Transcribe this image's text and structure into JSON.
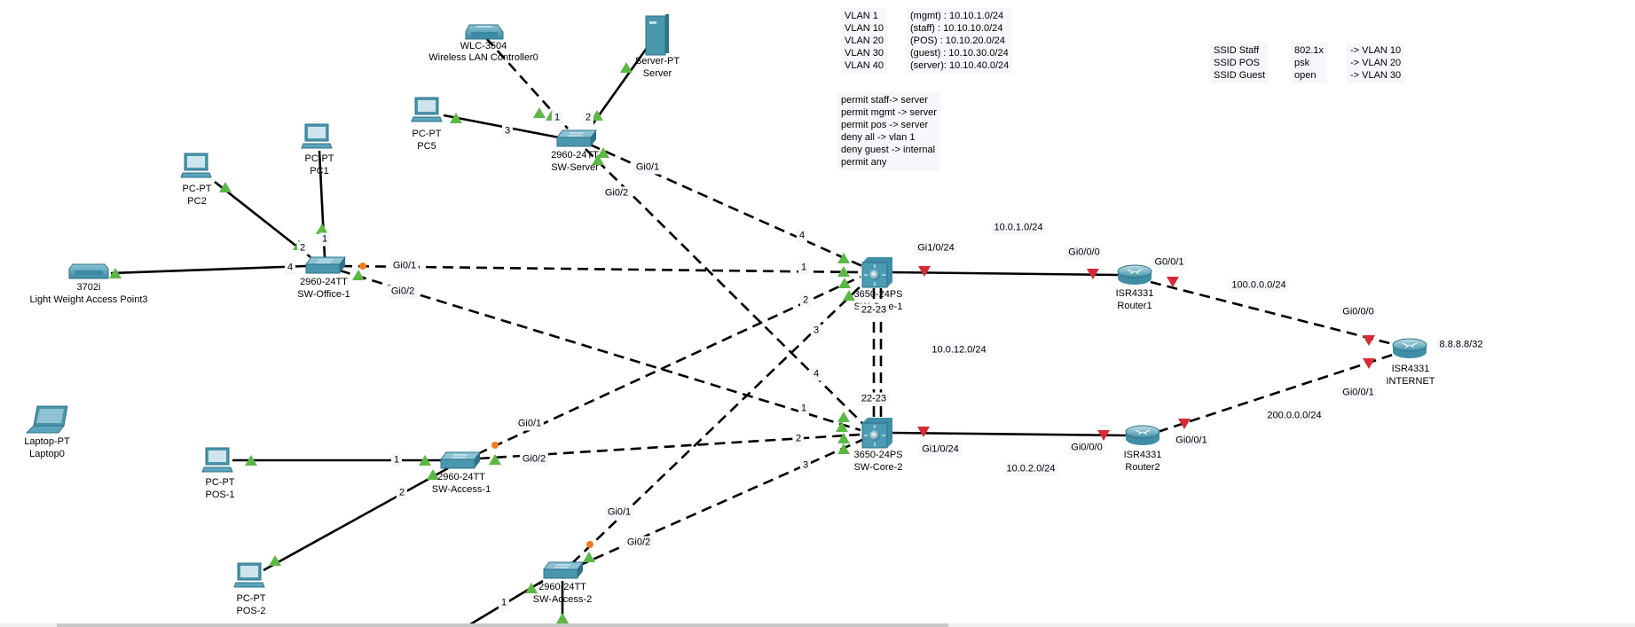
{
  "devices": {
    "wlc": {
      "model": "WLC-3504",
      "name": "Wireless LAN Controller0"
    },
    "server": {
      "model": "Server-PT",
      "name": "Server"
    },
    "pc5": {
      "model": "PC-PT",
      "name": "PC5"
    },
    "sw_server": {
      "model": "2960-24TT",
      "name": "SW-Server"
    },
    "pc2": {
      "model": "PC-PT",
      "name": "PC2"
    },
    "pc1": {
      "model": "PC-PT",
      "name": "PC1"
    },
    "sw_office1": {
      "model": "2960-24TT",
      "name": "SW-Office-1"
    },
    "ap": {
      "model": "3702i",
      "name": "Light Weight Access Point3"
    },
    "core1": {
      "model": "3650-24PS",
      "name": "SW-Core-1"
    },
    "core2": {
      "model": "3650-24PS",
      "name": "SW-Core-2"
    },
    "router1": {
      "model": "ISR4331",
      "name": "Router1"
    },
    "router2": {
      "model": "ISR4331",
      "name": "Router2"
    },
    "internet": {
      "model": "ISR4331",
      "name": "INTERNET"
    },
    "laptop0": {
      "model": "Laptop-PT",
      "name": "Laptop0"
    },
    "pos1": {
      "model": "PC-PT",
      "name": "POS-1"
    },
    "pos2": {
      "model": "PC-PT",
      "name": "POS-2"
    },
    "sw_access1": {
      "model": "2960-24TT",
      "name": "SW-Access-1"
    },
    "sw_access2": {
      "model": "2960-24TT",
      "name": "SW-Access-2"
    }
  },
  "port_labels": {
    "sws_1": "1",
    "sws_2": "2",
    "sws_3": "3",
    "sws_gi01": "Gi0/1",
    "sws_gi02": "Gi0/2",
    "swo_1": "1",
    "swo_2": "2",
    "swo_4": "4",
    "swo_gi01": "Gi0/1",
    "swo_gi02": "Gi0/2",
    "c1_4": "4",
    "c1_1": "1",
    "c1_2": "2",
    "c1_3": "3",
    "c1_gi1024": "Gi1/0/24",
    "c1_2223": "22-23",
    "c2_4": "4",
    "c2_1": "1",
    "c2_2": "2",
    "c2_3": "3",
    "c2_gi1024": "Gi1/0/24",
    "c2_2223": "22-23",
    "r1_gi000": "Gi0/0/0",
    "r1_g001": "G0/0/1",
    "r2_gi000": "Gi0/0/0",
    "r2_gi001": "Gi0/0/1",
    "inet_gi000": "Gi0/0/0",
    "inet_gi001": "Gi0/0/1",
    "swa1_1": "1",
    "swa1_2": "2",
    "swa1_gi01": "Gi0/1",
    "swa1_gi02": "Gi0/2",
    "swa2_1": "1",
    "swa2_gi01": "Gi0/1",
    "swa2_gi02": "Gi0/2"
  },
  "networks": {
    "net_r1": "10.0.1.0/24",
    "net_core": "10.0.12.0/24",
    "net_r2": "10.0.2.0/24",
    "net_isp1": "100.0.0.0/24",
    "net_isp2": "200.0.0.0/24",
    "net_inet": "8.8.8.8/32"
  },
  "vlan_note": {
    "names": [
      "VLAN 1",
      "VLAN 10",
      "VLAN 20",
      "VLAN 30",
      "VLAN 40"
    ],
    "subnets": [
      "(mgmt) : 10.10.1.0/24",
      "(staff) : 10.10.10.0/24",
      "(POS) : 10.10.20.0/24",
      "(guest) : 10.10.30.0/24",
      "(server): 10.10.40.0/24"
    ]
  },
  "acl_note": [
    "permit staff-> server",
    "permit mgmt -> server",
    "permit pos -> server",
    "deny all -> vlan 1",
    "deny guest -> internal",
    "permit any"
  ],
  "ssid_note": {
    "ssids": [
      "SSID Staff",
      "SSID POS",
      "SSID Guest"
    ],
    "security": [
      "802.1x",
      "psk",
      "open"
    ],
    "vlans": [
      "-> VLAN 10",
      "-> VLAN 20",
      "-> VLAN 30"
    ]
  },
  "colors": {
    "link_up": "#5cb845",
    "link_down": "#d62a37",
    "link_blocking": "#f47b20",
    "device": "#4a97ad"
  }
}
